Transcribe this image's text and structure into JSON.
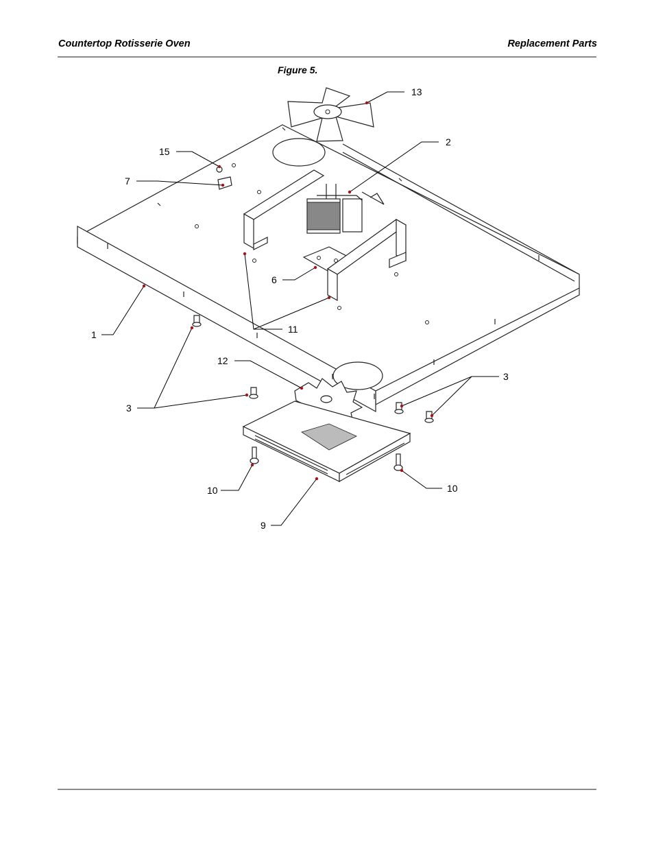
{
  "header": {
    "left_title": "Countertop Rotisserie Oven",
    "right_title": "Replacement Parts"
  },
  "figure": {
    "caption": "Figure 5."
  },
  "callouts": {
    "c1": "1",
    "c2": "2",
    "c3a": "3",
    "c3b": "3",
    "c6": "6",
    "c7": "7",
    "c9": "9",
    "c10a": "10",
    "c10b": "10",
    "c11": "11",
    "c12": "12",
    "c13": "13",
    "c15": "15"
  },
  "colors": {
    "leader_tip": "#a0141b",
    "rule": "#8a8a8a"
  }
}
